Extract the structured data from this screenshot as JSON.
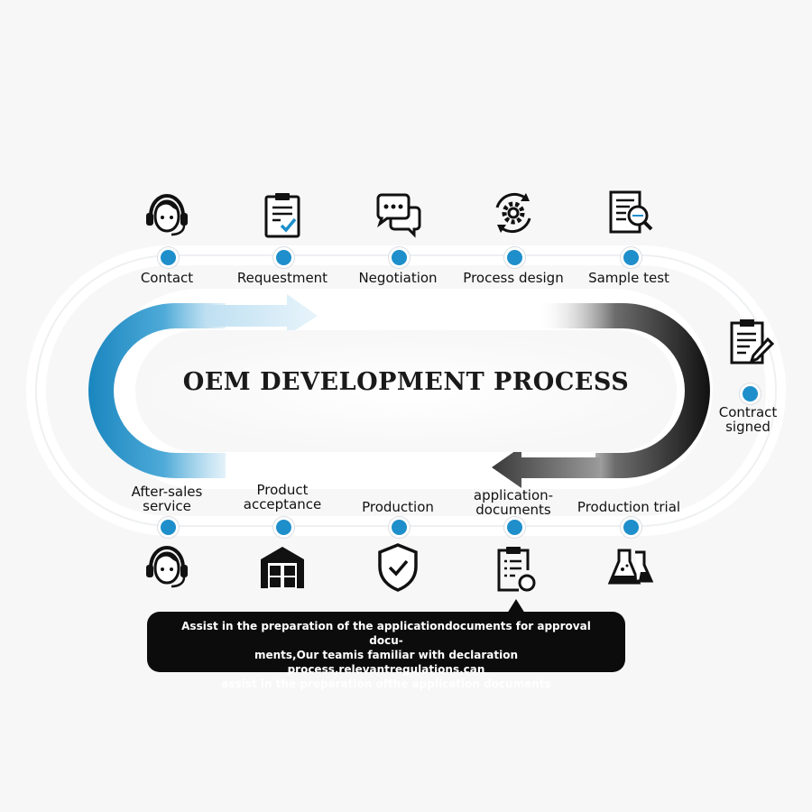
{
  "title": "OEM DEVELOPMENT PROCESS",
  "colors": {
    "accent_blue": "#1e8fcb",
    "dark": "#111111",
    "tooltip_bg": "#0c0c0c"
  },
  "steps": [
    {
      "label": "Contact",
      "icon": "customer-service-headset-icon"
    },
    {
      "label": "Requestment",
      "icon": "clipboard-check-icon"
    },
    {
      "label": "Negotiation",
      "icon": "chat-bubbles-icon"
    },
    {
      "label": "Process design",
      "icon": "gear-cycle-icon"
    },
    {
      "label": "Sample test",
      "icon": "document-magnifier-icon"
    },
    {
      "label": "Contract signed",
      "label_lines": [
        "Contract",
        "signed"
      ],
      "icon": "clipboard-pen-icon"
    },
    {
      "label": "Production trial",
      "icon": "lab-flasks-icon"
    },
    {
      "label": "application-documents",
      "label_lines": [
        "application-",
        "documents"
      ],
      "icon": "clipboard-list-icon"
    },
    {
      "label": "Production",
      "icon": "shield-check-icon"
    },
    {
      "label": "Product acceptance",
      "label_lines": [
        "Product",
        "acceptance"
      ],
      "icon": "warehouse-icon"
    },
    {
      "label": "After-sales service",
      "label_lines": [
        "After-sales",
        "service"
      ],
      "icon": "customer-service-headset-icon"
    }
  ],
  "tooltip": {
    "lines": [
      "Assist in the preparation of the applicationdocuments for approval docu-",
      "ments,Our teamis familiar with declaration process,relevantregulations,can",
      "assist in the preparation ofthe application documents"
    ]
  }
}
